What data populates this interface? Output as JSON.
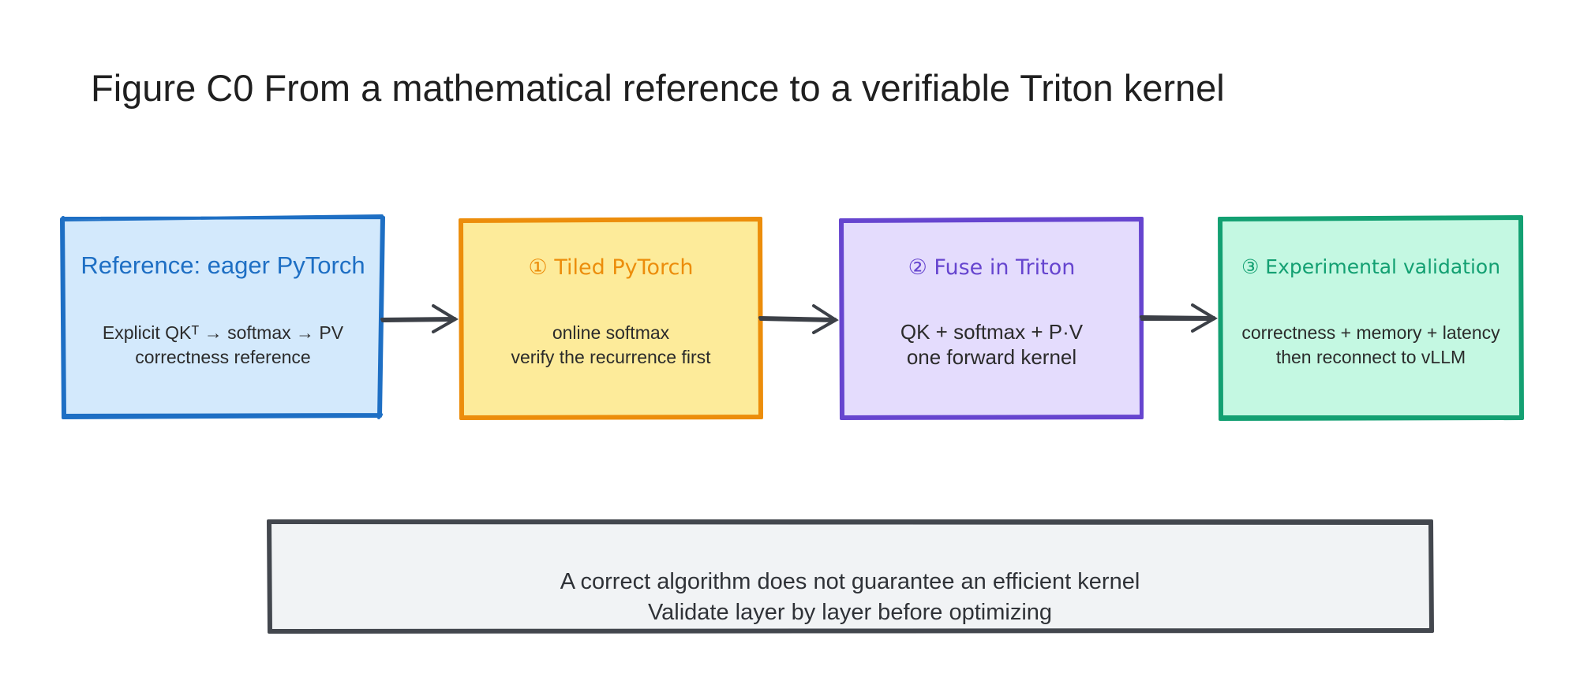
{
  "title": "Figure C0 From a mathematical reference to a verifiable Triton kernel",
  "colors": {
    "blue_stroke": "#1e6fc4",
    "blue_fill": "#d3e9fc",
    "orange_stroke": "#ec8d0b",
    "orange_fill": "#fdeb9a",
    "purple_stroke": "#6645cf",
    "purple_fill": "#e4dcfd",
    "green_stroke": "#13a072",
    "green_fill": "#c4f8e2",
    "note_stroke": "#43474e",
    "note_fill": "#f1f3f5",
    "arrow": "#3c4047"
  },
  "steps": [
    {
      "title": "Reference: eager PyTorch",
      "lines": [
        "Explicit QKᵀ → softmax → PV",
        "correctness reference"
      ]
    },
    {
      "title": "① Tiled PyTorch",
      "lines": [
        "online softmax",
        "verify the recurrence first"
      ]
    },
    {
      "title": "② Fuse in Triton",
      "lines": [
        "QK + softmax + P·V",
        "one forward kernel"
      ]
    },
    {
      "title": "③ Experimental validation",
      "lines": [
        "correctness + memory + latency",
        "then reconnect to vLLM"
      ]
    }
  ],
  "note": {
    "lines": [
      "A correct algorithm does not guarantee an efficient kernel",
      "Validate layer by layer before optimizing"
    ]
  }
}
